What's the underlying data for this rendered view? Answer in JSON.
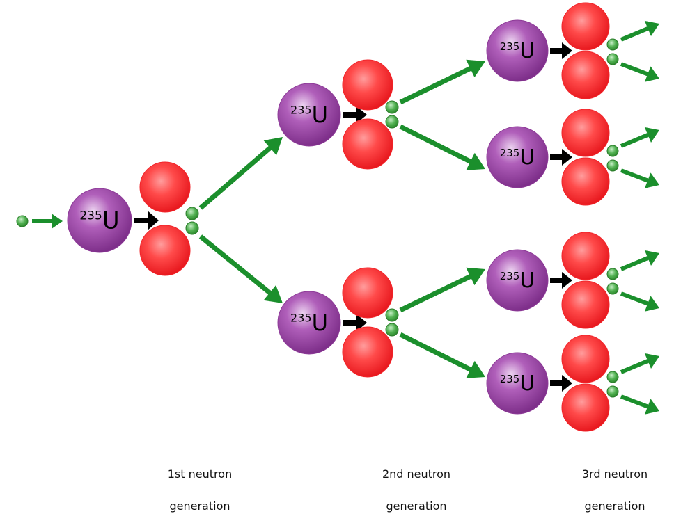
{
  "nucleus": {
    "mass_number": "235",
    "symbol": "U"
  },
  "generations": [
    {
      "label_line1": "1st neutron",
      "label_line2": "generation"
    },
    {
      "label_line1": "2nd neutron",
      "label_line2": "generation"
    },
    {
      "label_line1": "3rd neutron",
      "label_line2": "generation"
    }
  ],
  "colors": {
    "uranium": "#8e3b98",
    "fragment": "#f2262b",
    "neutron": "#3d9e3d",
    "neutron_arrow": "#1b8f2c",
    "fission_arrow": "#000000"
  }
}
